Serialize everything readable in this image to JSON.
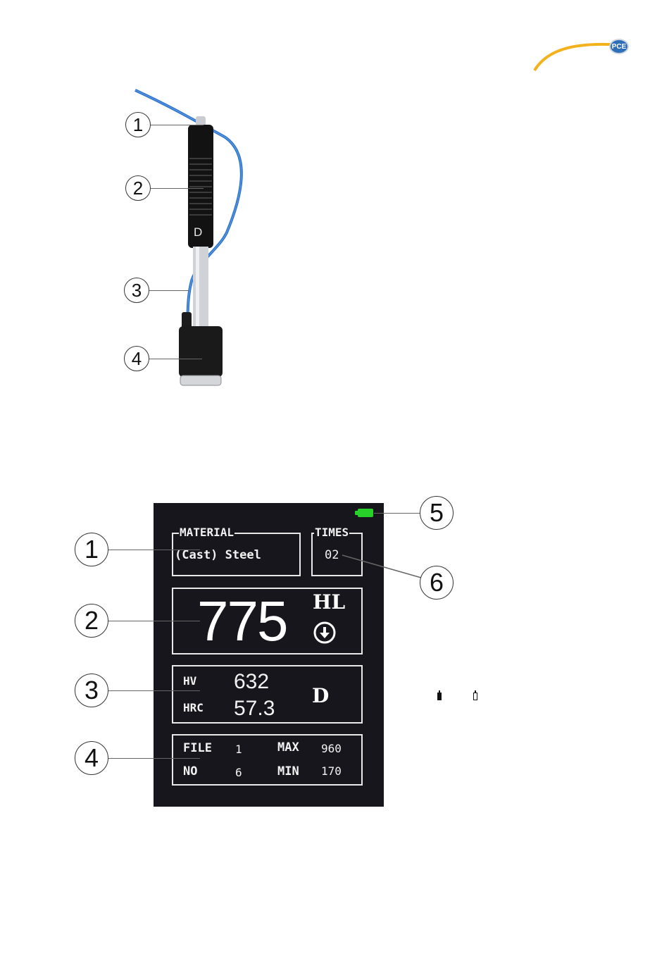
{
  "logo": {
    "text": "PCE",
    "colors": {
      "swoosh": "#f3b21b",
      "badge": "#2e6fb7"
    }
  },
  "probe": {
    "label_letter": "D",
    "callouts": [
      "1",
      "2",
      "3",
      "4"
    ],
    "colors": {
      "cable": "#2f73c9",
      "body": "#111111",
      "tube": "#cfd3d8"
    }
  },
  "display": {
    "material": {
      "title": "MATERIAL",
      "value": "(Cast) Steel"
    },
    "times": {
      "title": "TIMES",
      "value": "02"
    },
    "reading": {
      "value": "775",
      "unit": "HL",
      "direction_icon": "arrow-down-circle-icon"
    },
    "conversion": {
      "rows": [
        {
          "label": "HV",
          "value": "632"
        },
        {
          "label": "HRC",
          "value": "57.3"
        }
      ],
      "probe_type": "D"
    },
    "stats": {
      "file_label": "FILE",
      "file_value": "1",
      "max_label": "MAX",
      "max_value": "960",
      "no_label": "NO",
      "no_value": "6",
      "min_label": "MIN",
      "min_value": "170"
    },
    "colors": {
      "background": "#16161c",
      "battery": "#27d12a"
    }
  },
  "display_callouts": [
    "1",
    "2",
    "3",
    "4",
    "5",
    "6"
  ]
}
